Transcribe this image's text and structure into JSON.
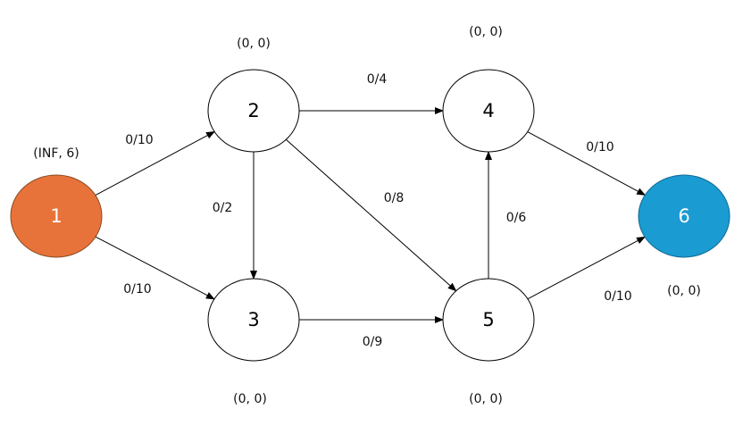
{
  "colors": {
    "source": "#e8733a",
    "sink": "#1a9bd1",
    "default_node": "#ffffff",
    "edge": "#000000"
  },
  "nodes": [
    {
      "id": "1",
      "label": "1",
      "tag": "(INF, 6)",
      "role": "source"
    },
    {
      "id": "2",
      "label": "2",
      "tag": "(0, 0)",
      "role": "default"
    },
    {
      "id": "3",
      "label": "3",
      "tag": "(0, 0)",
      "role": "default"
    },
    {
      "id": "4",
      "label": "4",
      "tag": "(0, 0)",
      "role": "default"
    },
    {
      "id": "5",
      "label": "5",
      "tag": "(0, 0)",
      "role": "default"
    },
    {
      "id": "6",
      "label": "6",
      "tag": "(0, 0)",
      "role": "sink"
    }
  ],
  "edges": [
    {
      "from": "1",
      "to": "2",
      "label": "0/10"
    },
    {
      "from": "1",
      "to": "3",
      "label": "0/10"
    },
    {
      "from": "2",
      "to": "3",
      "label": "0/2"
    },
    {
      "from": "2",
      "to": "4",
      "label": "0/4"
    },
    {
      "from": "2",
      "to": "5",
      "label": "0/8"
    },
    {
      "from": "3",
      "to": "5",
      "label": "0/9"
    },
    {
      "from": "5",
      "to": "4",
      "label": "0/6"
    },
    {
      "from": "4",
      "to": "6",
      "label": "0/10"
    },
    {
      "from": "5",
      "to": "6",
      "label": "0/10"
    }
  ]
}
